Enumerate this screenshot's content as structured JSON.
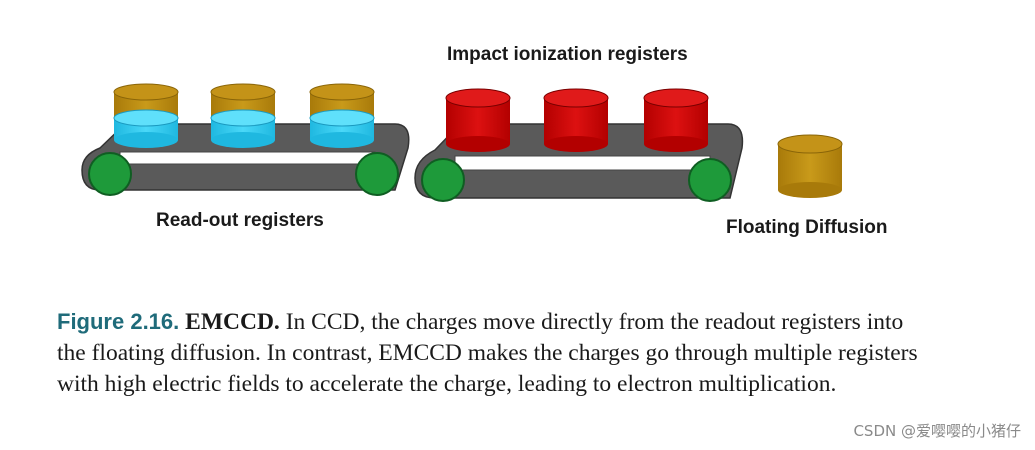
{
  "labels": {
    "impact": "Impact ionization registers",
    "readout": "Read-out registers",
    "floating": "Floating Diffusion"
  },
  "caption": {
    "figure_number": "Figure 2.16.",
    "title": "EMCCD.",
    "text": "In CCD, the charges move directly from the readout registers into the floating diffusion. In contrast, EMCCD makes the charges go through multiple registers with high electric fields to accelerate the charge, leading to electron multiplication."
  },
  "watermark": "CSDN @爱嘤嘤的小猪仔",
  "colors": {
    "belt": "#5a5a5a",
    "belt_inner": "#ffffff",
    "roller": "#1e9a3a",
    "gold": "#b8860b",
    "cyan": "#29c8ec",
    "red": "#cc0000",
    "caption_accent": "#1f6b7a"
  }
}
